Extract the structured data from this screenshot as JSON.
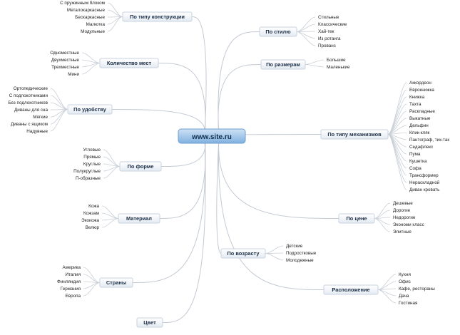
{
  "center": {
    "label": "www.site.ru"
  },
  "branches": [
    {
      "label": "По типу конструкции",
      "items": [
        "С пружинным блоком",
        "Металокаркасные",
        "Бескаркасные",
        "Малютка",
        "Модульные"
      ]
    },
    {
      "label": "По стилю",
      "items": [
        "Стильные",
        "Классические",
        "Хай-тек",
        "Из ротанга",
        "Прованс"
      ]
    },
    {
      "label": "Количество мест",
      "items": [
        "Одноместные",
        "Двухместные",
        "Трехместные",
        "Мини"
      ]
    },
    {
      "label": "По размерам",
      "items": [
        "Большие",
        "Маленькие"
      ]
    },
    {
      "label": "По удобству",
      "items": [
        "Ортопедические",
        "С подлокотниками",
        "Без подлокотников",
        "Диваны для сна",
        "Мягкие",
        "Диваны с ящиком",
        "Надувные"
      ]
    },
    {
      "label": "По типу механизмов",
      "items": [
        "Аккордеон",
        "Еврокнижка",
        "Книжка",
        "Тахта",
        "Раскладные",
        "Выкатные",
        "Дельфин",
        "Клик-кляк",
        "Пантограф, тик-так",
        "Седафлекс",
        "Пума",
        "Кушетка",
        "Софа",
        "Трансформер",
        "Нераскладной",
        "Диван кровать"
      ]
    },
    {
      "label": "По форме",
      "items": [
        "Угловые",
        "Прямые",
        "Круглые",
        "Полукруглые",
        "П-образные"
      ]
    },
    {
      "label": "Материал",
      "items": [
        "Кожа",
        "Кожзам",
        "Экокожа",
        "Велюр"
      ]
    },
    {
      "label": "По цене",
      "items": [
        "Дешевые",
        "Дорогие",
        "Недорогие",
        "Экономи класс",
        "Элитные"
      ]
    },
    {
      "label": "По возрасту",
      "items": [
        "Детские",
        "Подростковые",
        "Молодежные"
      ]
    },
    {
      "label": "Страны",
      "items": [
        "Америка",
        "Италия",
        "Финляндия",
        "Германия",
        "Европа"
      ]
    },
    {
      "label": "Расположение",
      "items": [
        "Кухня",
        "Офис",
        "Кафе, рестораны",
        "Дача",
        "Гостиная"
      ]
    },
    {
      "label": "Цвет",
      "items": []
    }
  ],
  "colors": {
    "node_fill_top": "#ffffff",
    "node_fill_bottom": "#e4ebf3",
    "node_stroke": "#c9d3df",
    "center_fill_top": "#cfe2f6",
    "center_fill_bottom": "#7fb0df",
    "edge": "#c4cad3",
    "text": "#1c2f45"
  }
}
